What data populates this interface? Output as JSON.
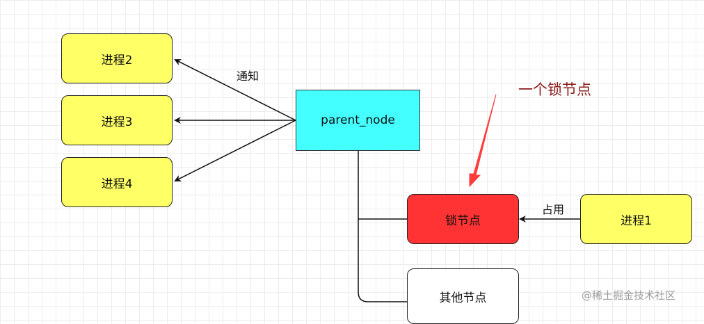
{
  "nodes": {
    "process2": "进程2",
    "process3": "进程3",
    "process4": "进程4",
    "parent": "parent_node",
    "lock_node": "锁节点",
    "other_node": "其他节点",
    "process1": "进程1"
  },
  "edge_labels": {
    "notify": "通知",
    "occupy": "占用"
  },
  "callout": {
    "text": "一个锁节点",
    "color": "#8b1a1a",
    "arrow_color": "#ff3b3b"
  },
  "colors": {
    "process_fill": "#ffff66",
    "lock_fill": "#ff3333",
    "parent_fill": "#44ffff",
    "other_fill": "#ffffff"
  },
  "watermark": "@稀土掘金技术社区"
}
